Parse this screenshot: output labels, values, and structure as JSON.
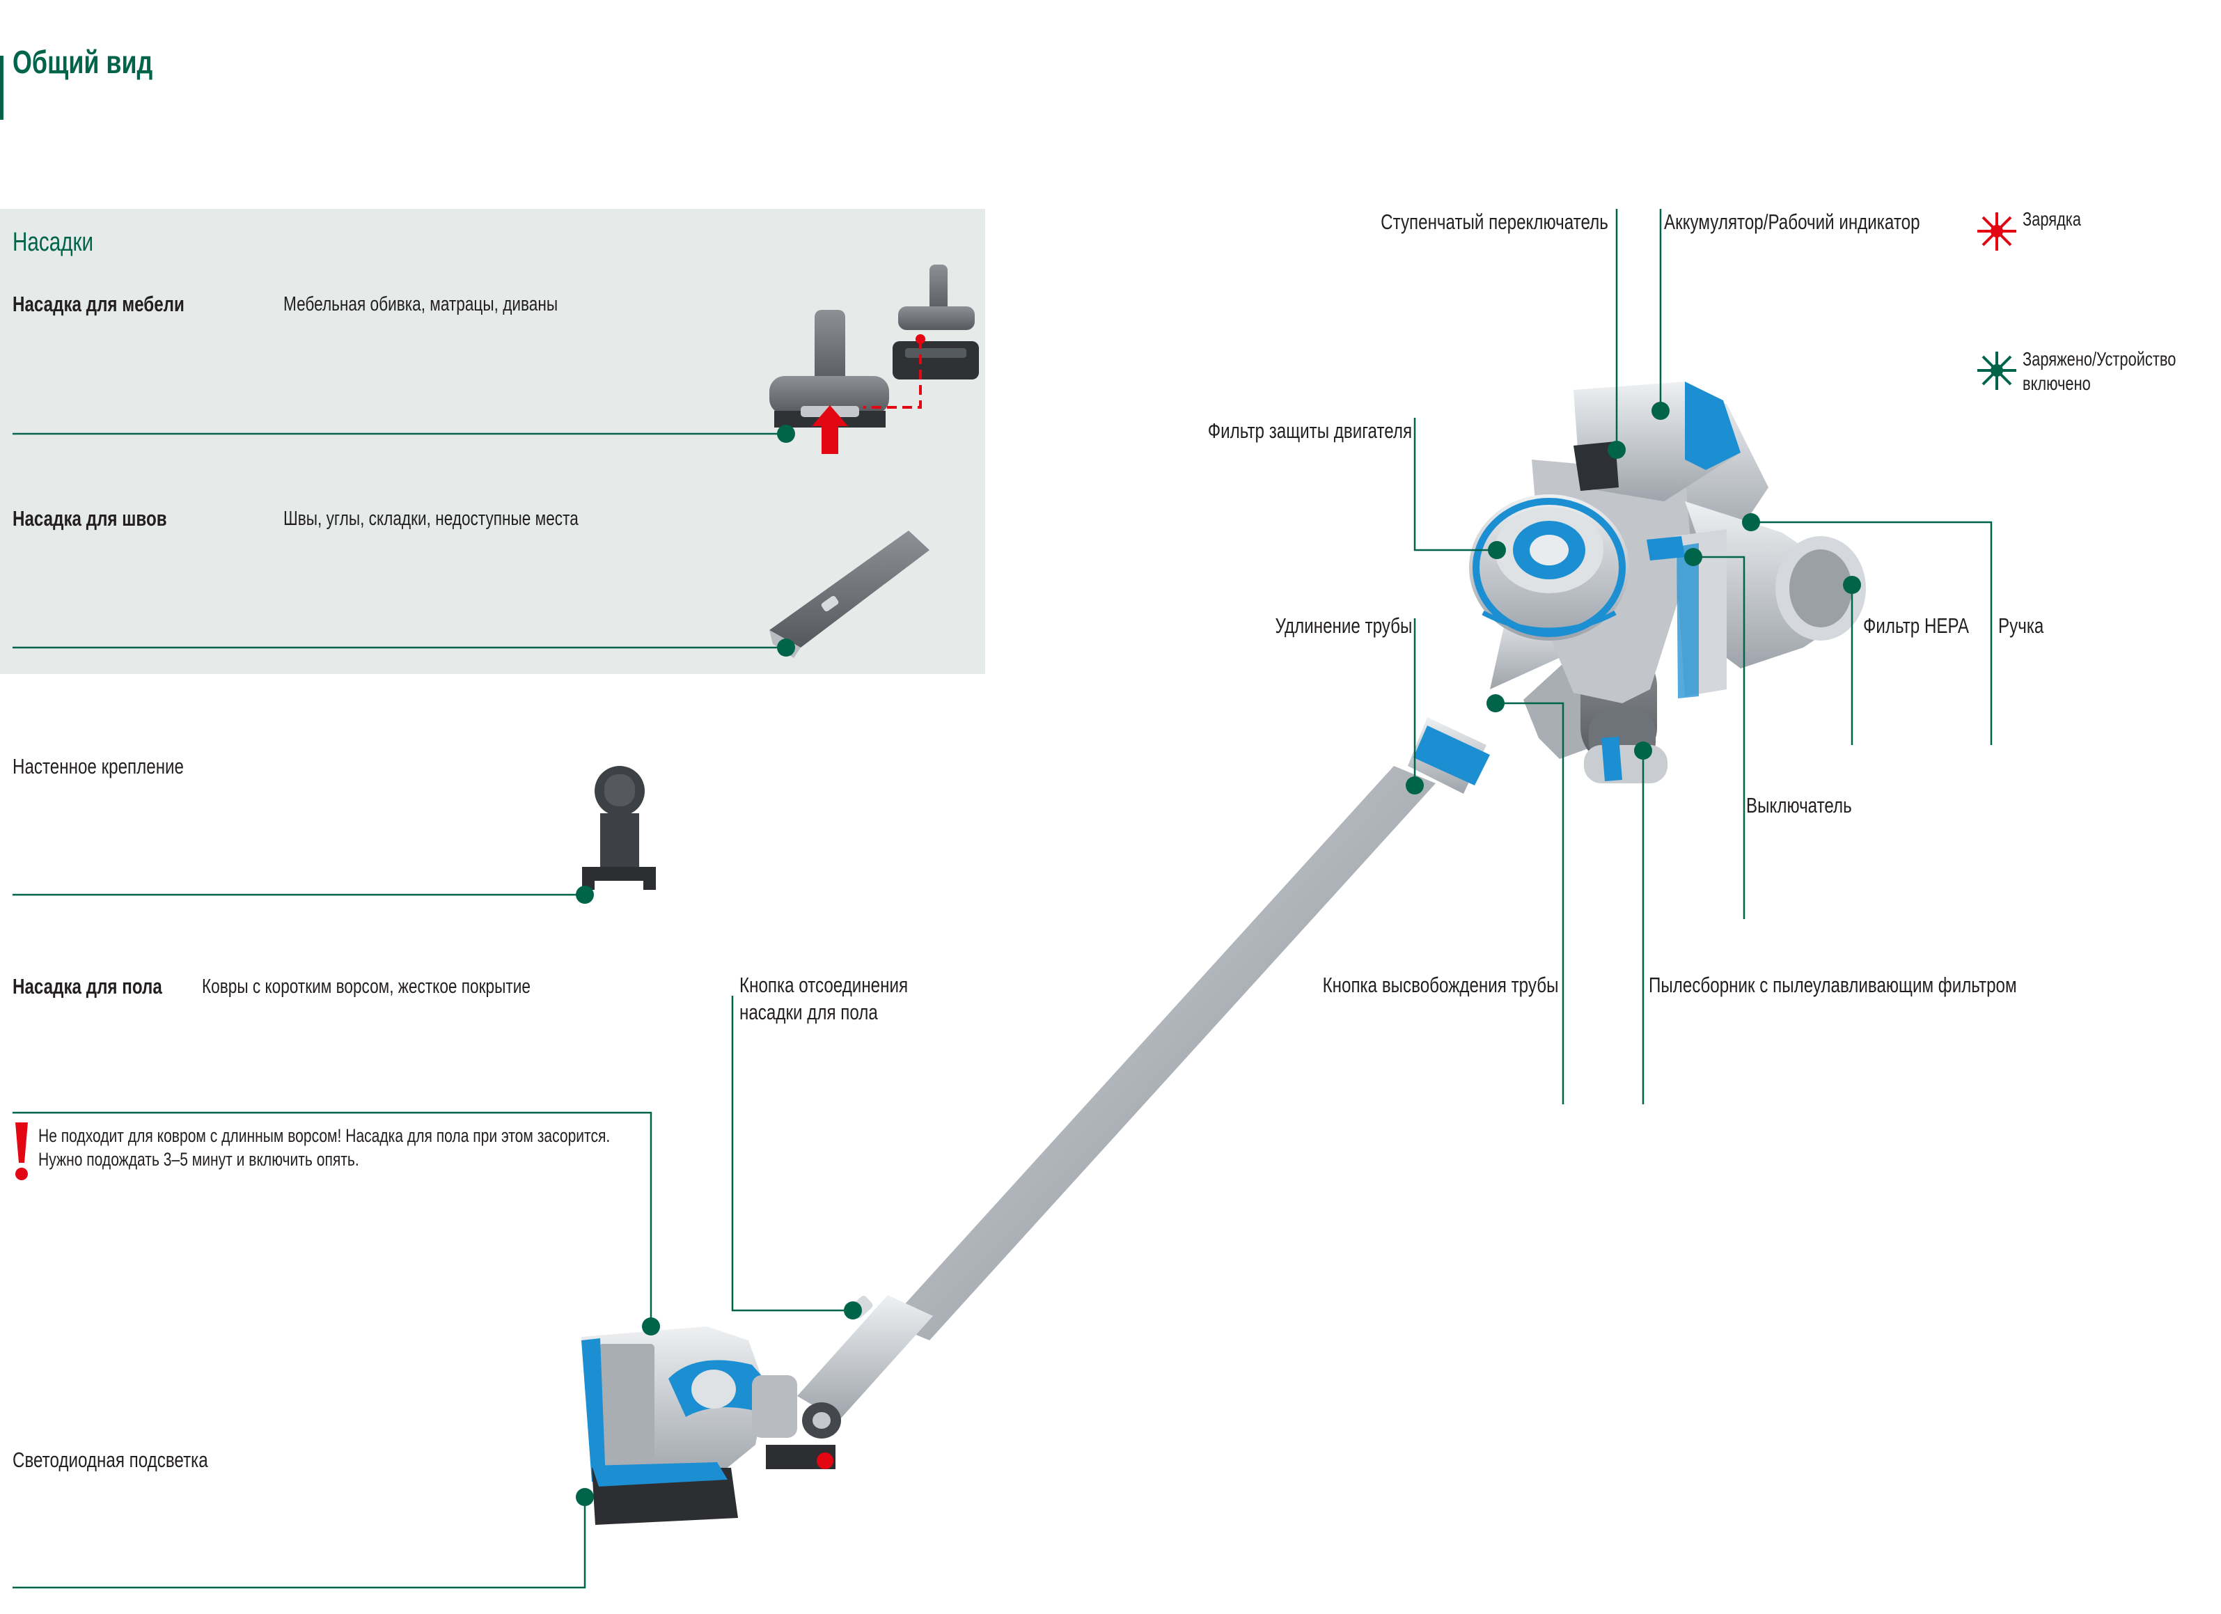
{
  "page": {
    "title": "Общий вид"
  },
  "attachments_panel": {
    "title": "Насадки",
    "items": [
      {
        "name": "Насадка для мебели",
        "description": "Мебельная обивка, матрацы, диваны"
      },
      {
        "name": "Насадка для швов",
        "description": "Швы, углы, складки, недоступные места"
      }
    ]
  },
  "wall_mount": {
    "label": "Настенное крепление"
  },
  "floor_nozzle": {
    "name": "Насадка для пола",
    "description": "Ковры с коротким ворсом, жесткое покрытие"
  },
  "warning": {
    "line1": "Не подходит для ковром с длинным ворсом! Насадка для пола при этом засорится.",
    "line2": "Нужно подождать 3–5 минут и включить опять."
  },
  "led": {
    "label": "Светодиодная подсветка"
  },
  "callouts": {
    "step_switch": "Ступенчатый переключатель",
    "battery_indicator": "Аккумулятор/Рабочий индикатор",
    "motor_filter": "Фильтр защиты двигателя",
    "tube_extension": "Удлинение трубы",
    "hepa_filter": "Фильтр HEPA",
    "handle": "Ручка",
    "power_switch": "Выключатель",
    "tube_release": "Кнопка высвобождения трубы",
    "dust_container": "Пылесборник с пылеулавливающим фильтром",
    "nozzle_release_line1": "Кнопка отсоединения",
    "nozzle_release_line2": "насадки для пола"
  },
  "indicator_legend": {
    "charging": "Зарядка",
    "charged_line1": "Заряжено/Устройство",
    "charged_line2": "включено",
    "charging_color": "#e30613",
    "charged_color": "#00644a"
  },
  "colors": {
    "accent": "#00644a",
    "panel_bg": "#e6ebe9",
    "body_silver": "#b9bec4",
    "blue": "#1b8fd2"
  }
}
